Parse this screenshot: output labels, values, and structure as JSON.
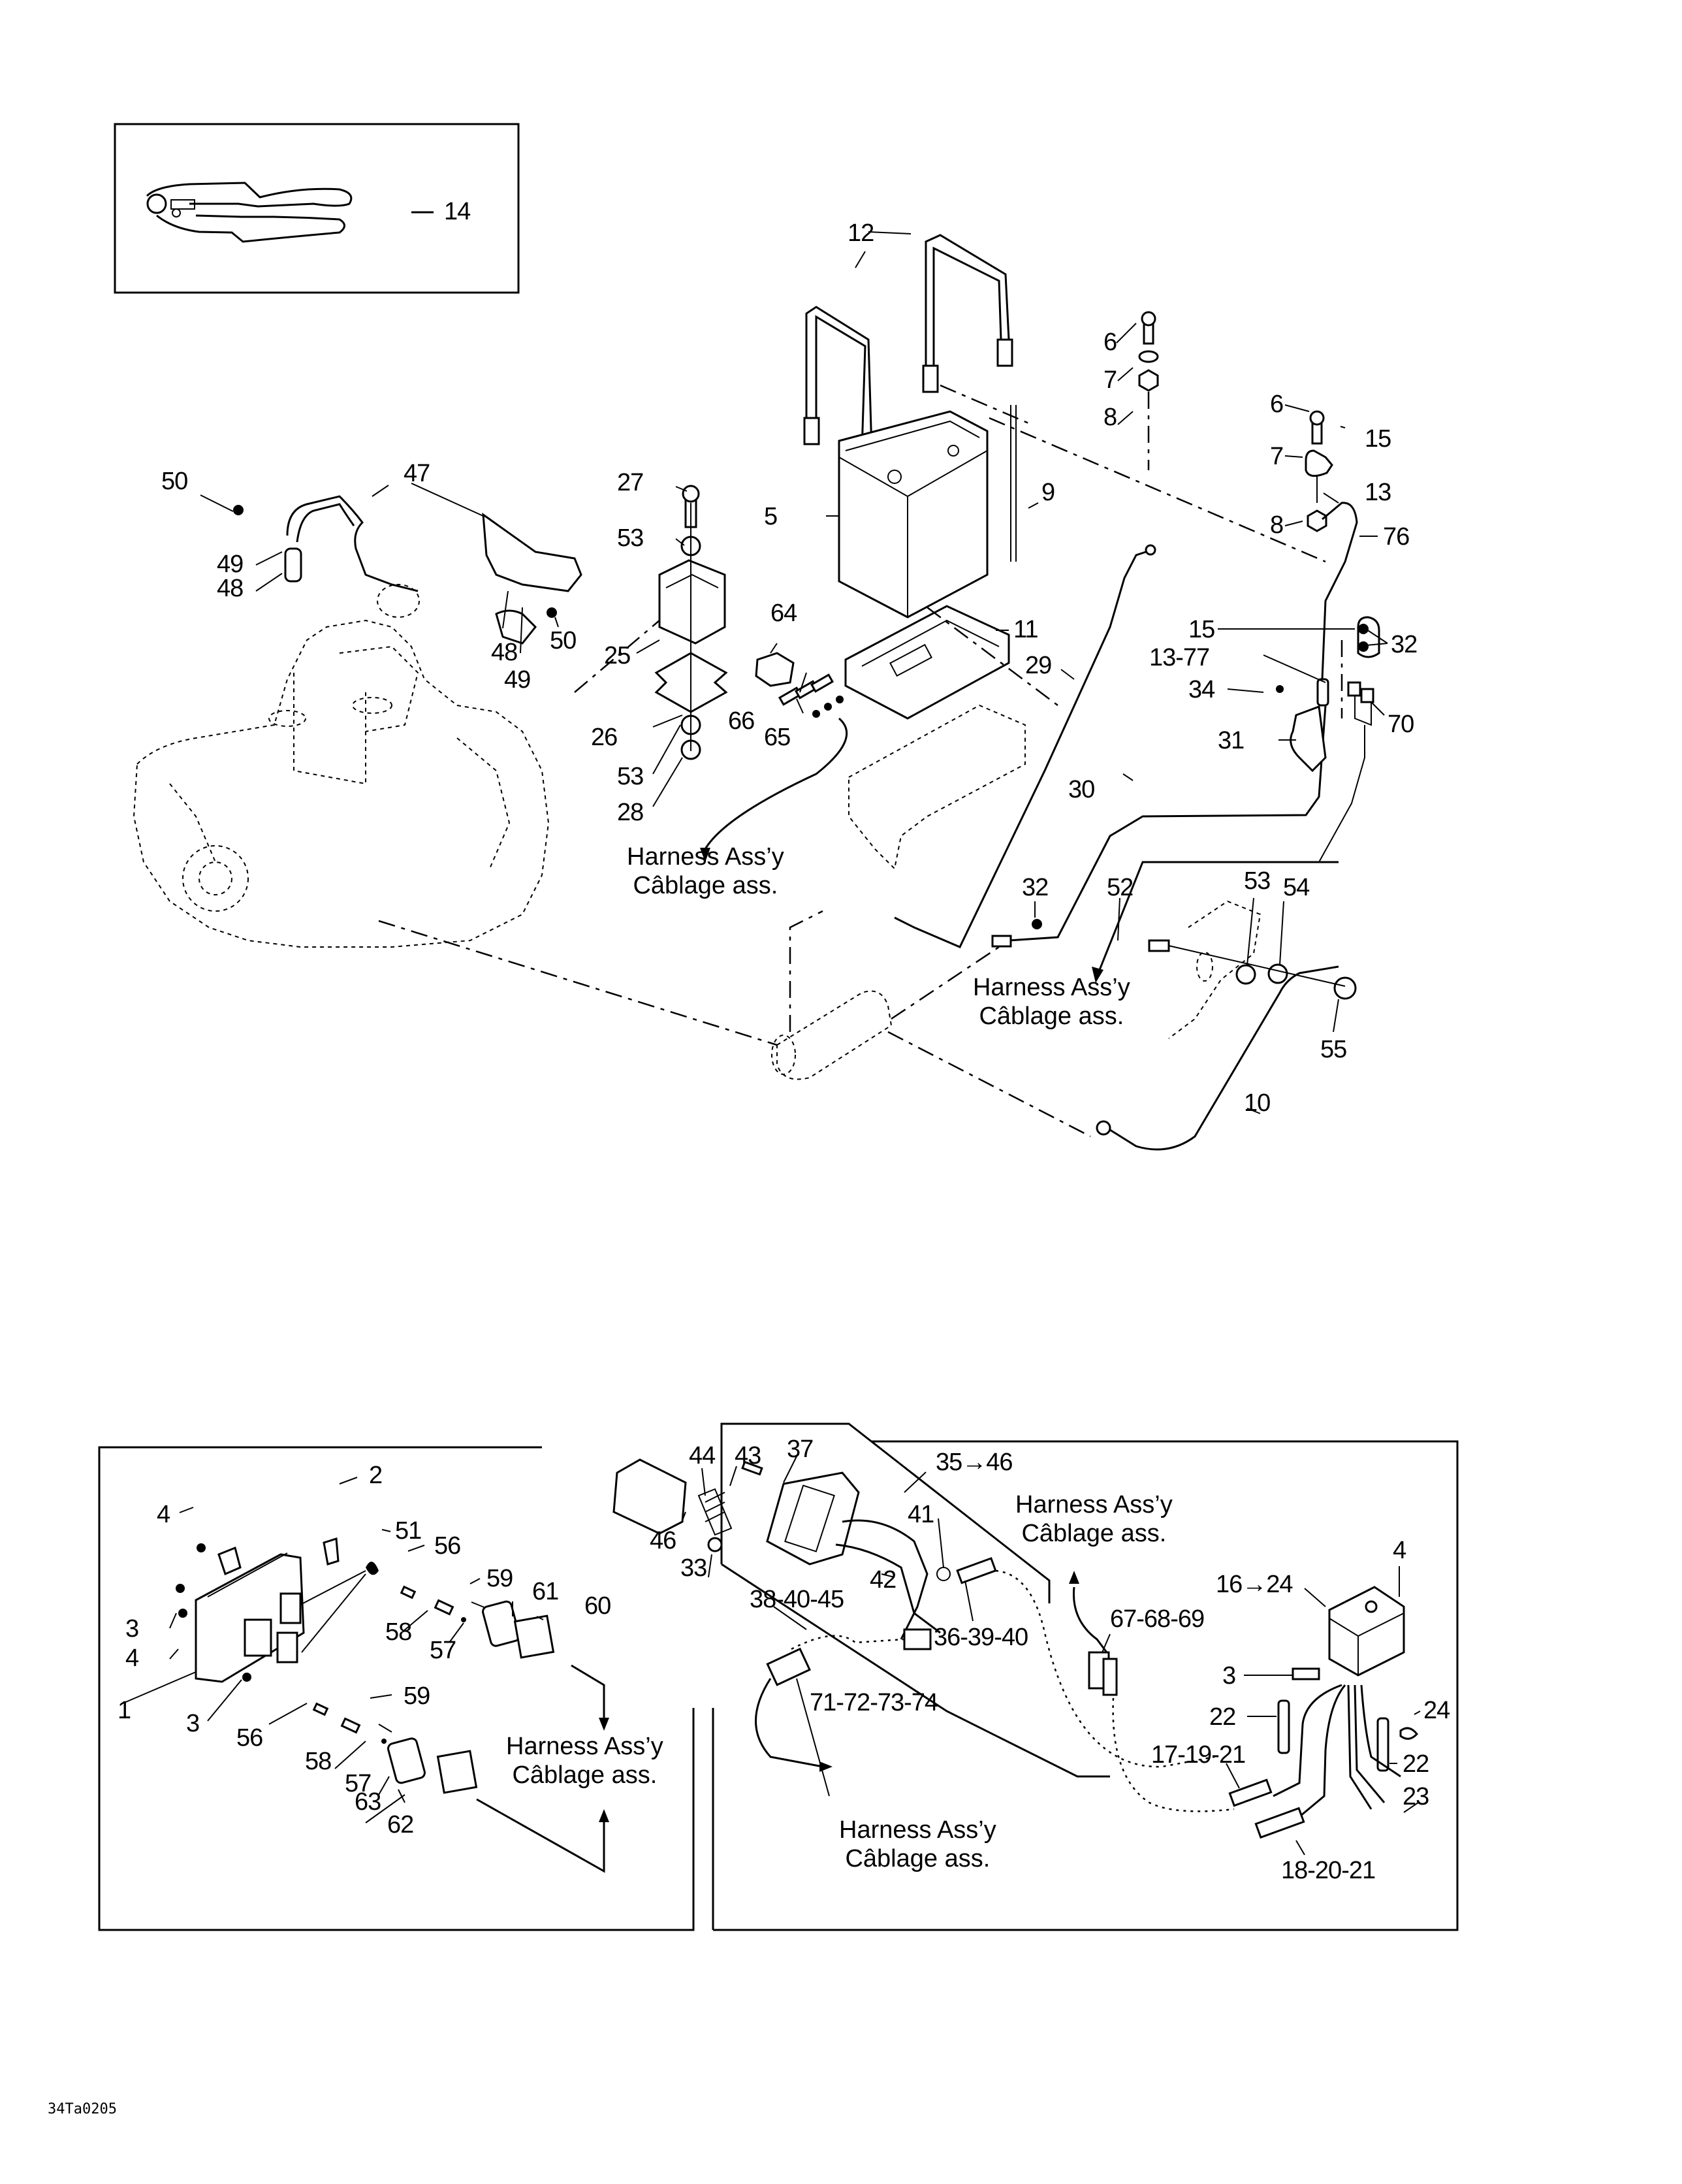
{
  "figure": {
    "reference_code": "34Ta0205",
    "harness_note": {
      "line1": "Harness Ass’y",
      "line2": "Câblage ass."
    }
  },
  "top_section": {
    "tool_inset": {
      "callouts": [
        "14"
      ]
    },
    "callouts": {
      "strap_12": "12",
      "bolt_6a": "6",
      "washer_7a": "7",
      "nut_8a": "8",
      "bolt_6b": "6",
      "washer_7b": "7",
      "nut_8b": "8",
      "cap_15a": "15",
      "cable_13": "13",
      "cable_76": "76",
      "battery_5": "5",
      "vent_tube_9": "9",
      "tray_11": "11",
      "cable_29": "29",
      "cable_30": "30",
      "cap_15b": "15",
      "cable_13_77": "13-77",
      "bolt_34": "34",
      "nut_32a": "32",
      "bracket_31": "31",
      "relay_70": "70",
      "nut_32b": "32",
      "bolt_52": "52",
      "washer_53c": "53",
      "nut_54": "54",
      "nut_55": "55",
      "ground_cable_10": "10",
      "clip_50a": "50",
      "wire_47": "47",
      "boot_49a": "49",
      "cap_48a": "48",
      "cap_48b": "48",
      "boot_49b": "49",
      "clip_50b": "50",
      "bolt_27": "27",
      "washer_53a": "53",
      "coil_25": "25",
      "plate_26": "26",
      "washer_53b": "53",
      "nut_28": "28",
      "connector_64": "64",
      "terminal_66": "66",
      "seal_65": "65"
    },
    "harness_notes": [
      {
        "line1": "Harness Ass’y",
        "line2": "Câblage ass."
      },
      {
        "line1": "Harness Ass’y",
        "line2": "Câblage ass."
      }
    ]
  },
  "bottom_left_section": {
    "callouts": {
      "box_1": "1",
      "clip_2": "2",
      "screw_3a": "3",
      "nut_4a": "4",
      "screw_3b": "3",
      "nut_4b": "4",
      "screw_3c": "3",
      "seal_51": "51",
      "seal_56a": "56",
      "terminal_59a": "59",
      "holder_58a": "58",
      "plug_57a": "57",
      "gasket_61": "61",
      "connector_60": "60",
      "seal_56b": "56",
      "terminal_59b": "59",
      "holder_58b": "58",
      "plug_57b": "57",
      "gasket_63": "63",
      "connector_62": "62"
    },
    "harness_note": {
      "line1": "Harness Ass’y",
      "line2": "Câblage ass."
    }
  },
  "bottom_right_section": {
    "callouts": {
      "cover_44": "44",
      "terminal_43": "43",
      "regulator_37": "37",
      "kit_35_46": "35→46",
      "terminal_46": "46",
      "screw_33": "33",
      "ring_41": "41",
      "harness_42": "42",
      "connector_38_40_45": "38-40-45",
      "connector_36_39_40": "36-39-40",
      "connector_71_74": "71-72-73-74",
      "connector_67_69": "67-68-69",
      "cdi_16_24": "16→24",
      "nut_4": "4",
      "screw_3": "3",
      "sleeve_22a": "22",
      "sleeve_22b": "22",
      "ring_24": "24",
      "terminal_23": "23",
      "connector_17_19_21": "17-19-21",
      "connector_18_20_21": "18-20-21"
    },
    "harness_notes": [
      {
        "line1": "Harness Ass’y",
        "line2": "Câblage ass."
      },
      {
        "line1": "Harness Ass’y",
        "line2": "Câblage ass."
      }
    ]
  }
}
